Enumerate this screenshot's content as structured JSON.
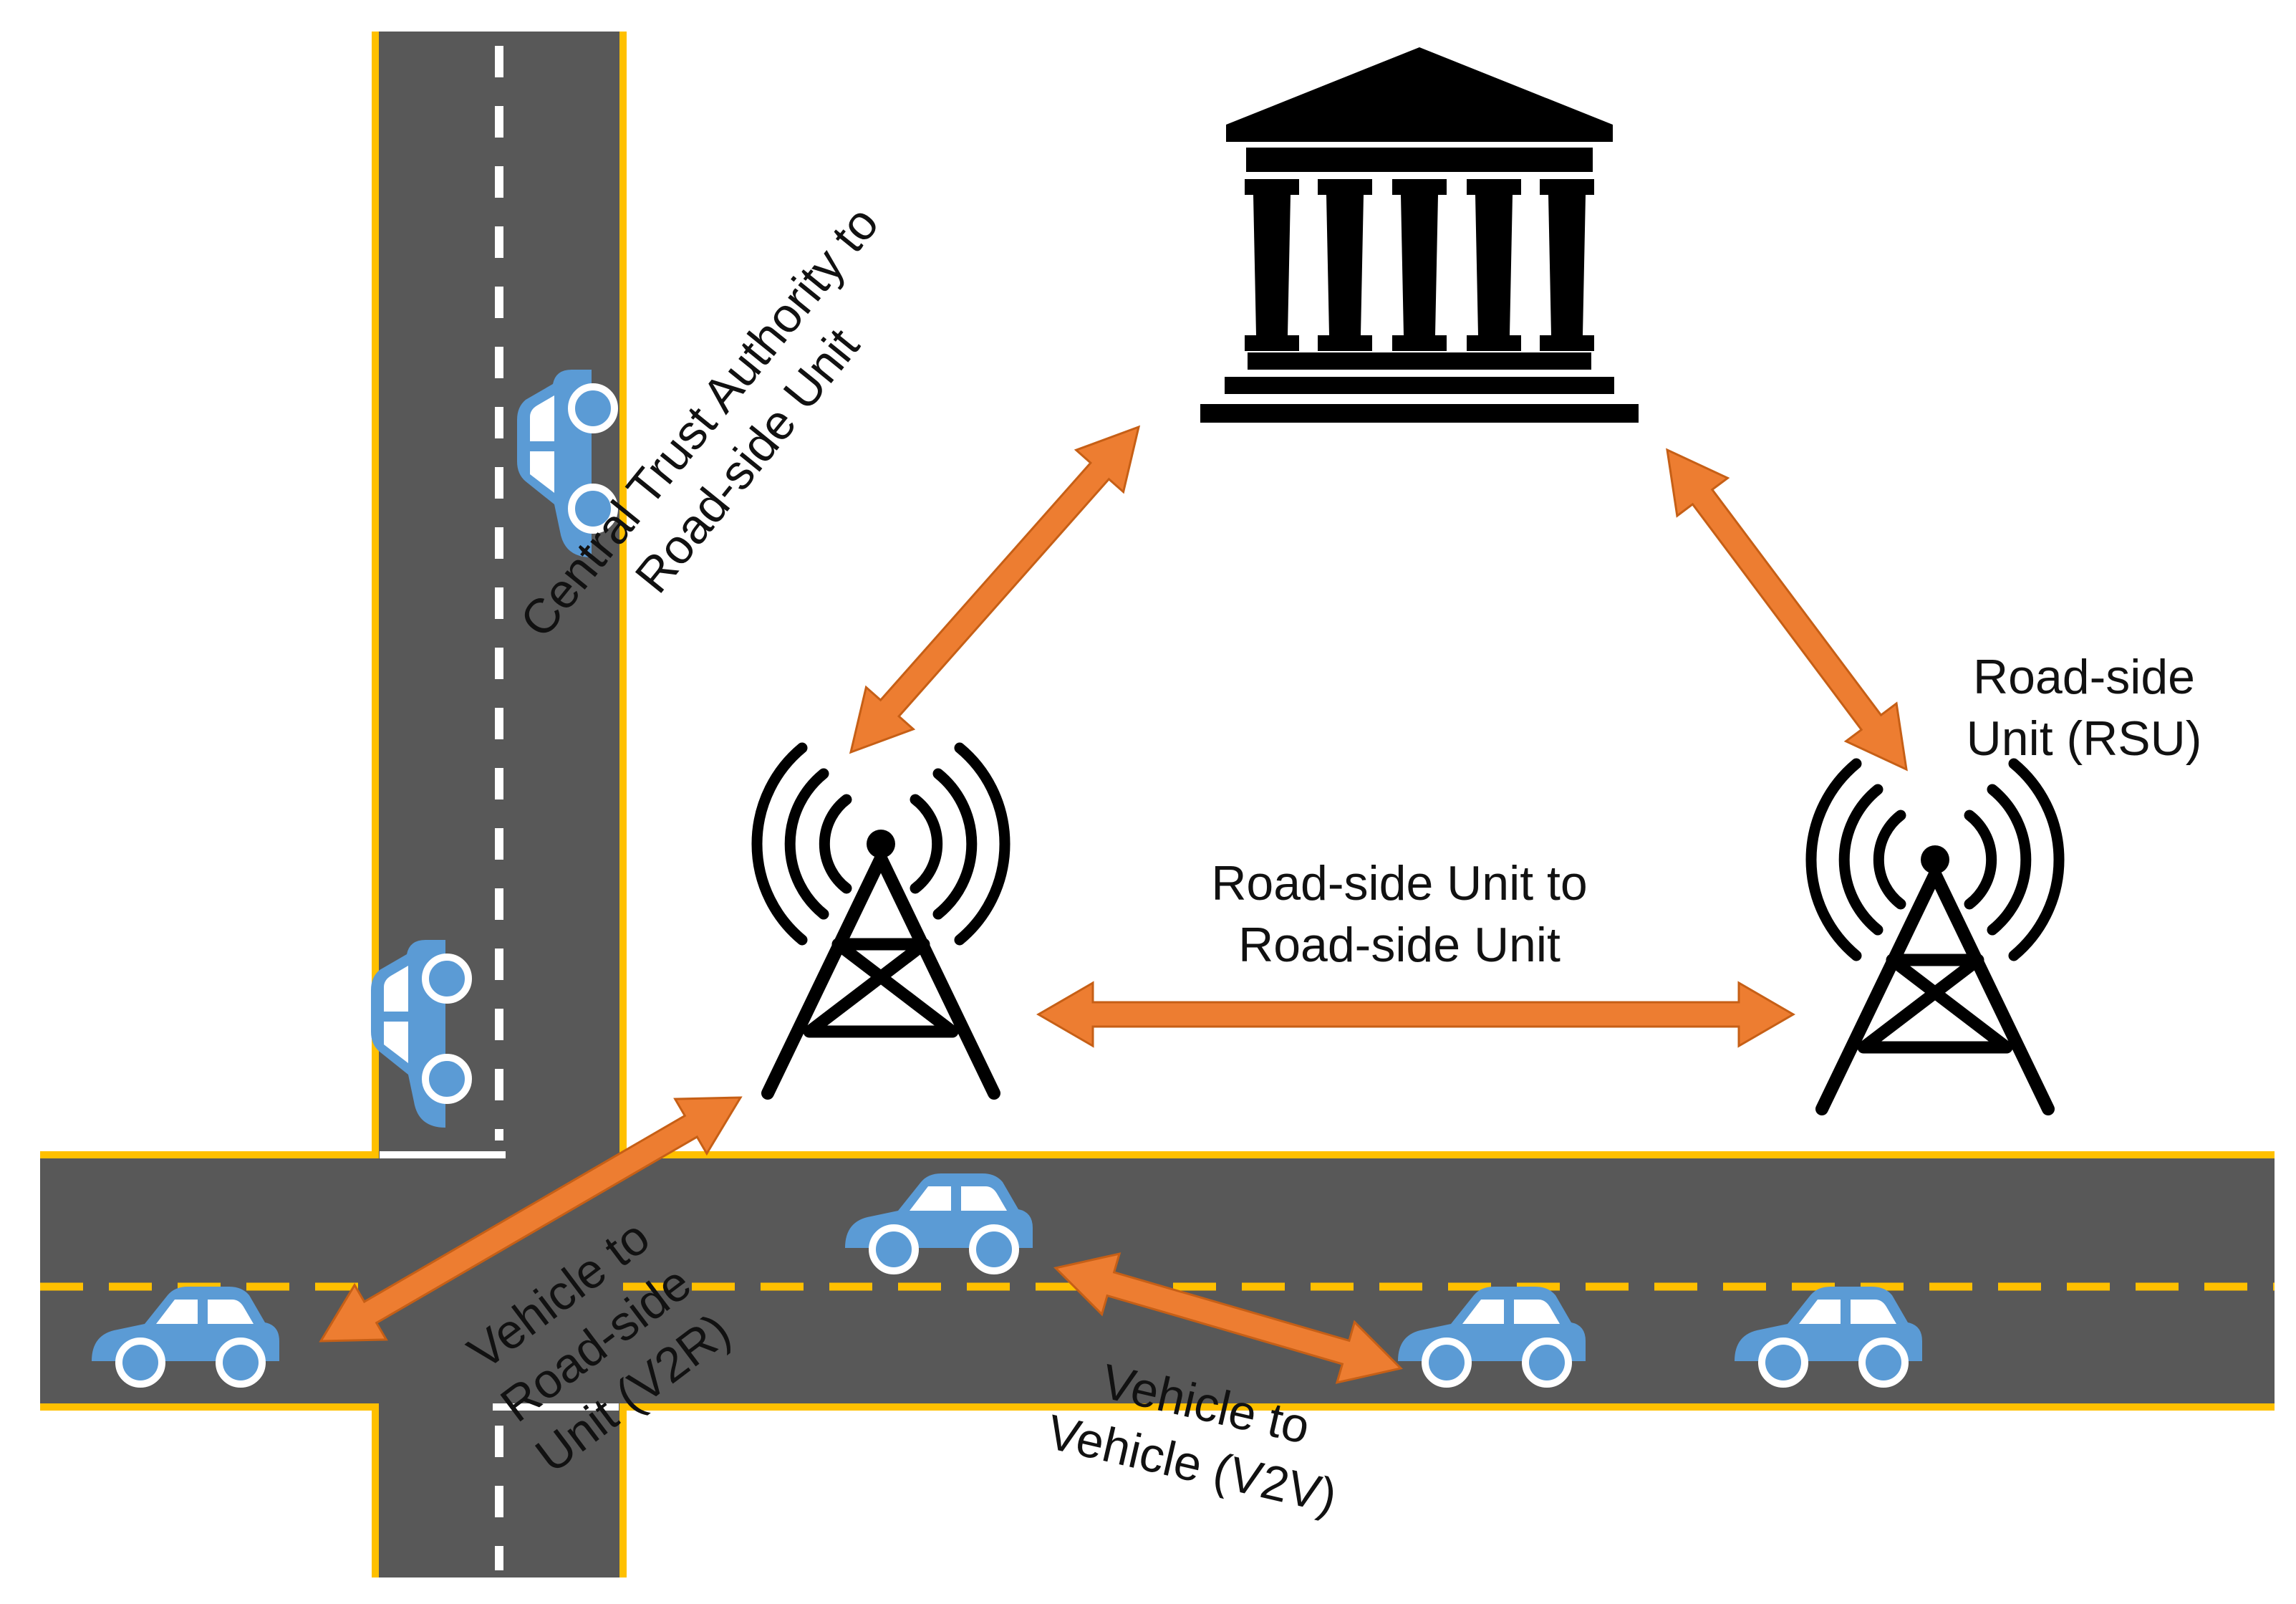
{
  "labels": {
    "ctra_to_rsu": [
      "Central Trust Authority to",
      "Road-side Unit"
    ],
    "rsu": [
      "Road-side",
      "Unit (RSU)"
    ],
    "rsu_to_rsu": [
      "Road-side Unit to",
      "Road-side Unit"
    ],
    "v2r": [
      "Vehicle to",
      "Road-side",
      "Unit (V2R)"
    ],
    "v2v": [
      "Vehicle to",
      "Vehicle (V2V)"
    ]
  },
  "icons": {
    "authority": "building-icon",
    "tower_left": "cell-tower-icon",
    "tower_right": "cell-tower-icon",
    "vehicle": "car-icon"
  },
  "colors": {
    "road": "#585858",
    "road_edge": "#ffc000",
    "lane_white": "#ffffff",
    "lane_yellow": "#ffc000",
    "car": "#5b9bd5",
    "arrow": "#ed7d31",
    "icon": "#000000"
  }
}
